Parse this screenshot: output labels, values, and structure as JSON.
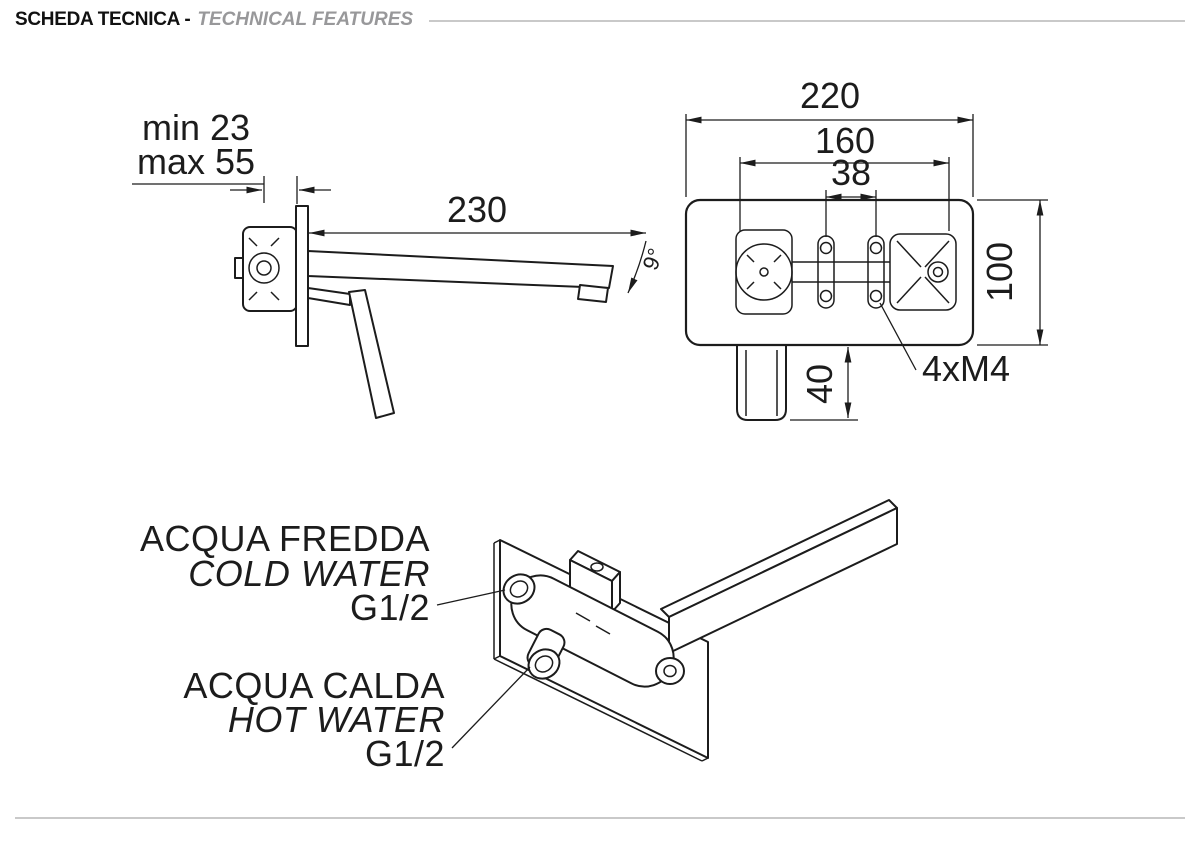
{
  "header": {
    "title_it": "SCHEDA TECNICA -",
    "title_en": "TECHNICAL FEATURES"
  },
  "side_view": {
    "min_depth": "min 23",
    "max_depth": "max 55",
    "spout_length": "230",
    "spout_angle": "9°"
  },
  "front_view": {
    "overall_width": "220",
    "centers_width": "160",
    "screw_spacing": "38",
    "plate_height": "100",
    "supply_offset": "40",
    "screws": "4xM4"
  },
  "iso_view": {
    "cold": {
      "it": "ACQUA FREDDA",
      "en": "COLD WATER",
      "thread": "G1/2"
    },
    "hot": {
      "it": "ACQUA CALDA",
      "en": "HOT WATER",
      "thread": "G1/2"
    }
  },
  "colors": {
    "line": "#1c1c1c",
    "accent_gray": "#98989a",
    "rule": "#c9c9c9"
  }
}
